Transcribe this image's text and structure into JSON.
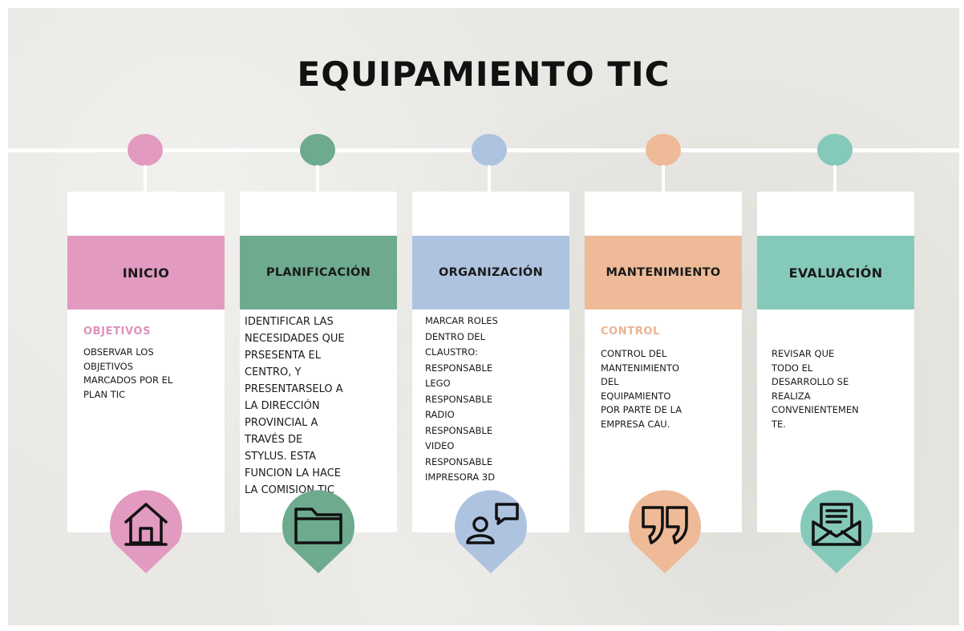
{
  "title": "EQUIPAMIENTO TIC",
  "stages": [
    {
      "label": "INICIO",
      "subheading": "OBJETIVOS",
      "text": "OBSERVAR LOS\nOBJETIVOS\nMARCADOS POR EL\nPLAN TIC",
      "color": "#e29ac1",
      "subheading_color": "#dd92bd",
      "icon": "home-icon"
    },
    {
      "label": "PLANIFICACIÓN",
      "subheading": "",
      "text": "IDENTIFICAR LAS\nNECESIDADES QUE\nPRSESENTA EL\nCENTRO, Y\nPRESENTARSELO A\nLA DIRECCIÓN\nPROVINCIAL A\nTRAVÉS DE\nSTYLUS. ESTA\nFUNCION LA HACE\nLA COMISION TIC",
      "color": "#6daa8e",
      "subheading_color": "",
      "icon": "folder-icon"
    },
    {
      "label": "ORGANIZACIÓN",
      "subheading": "",
      "text": "MARCAR ROLES\nDENTRO DEL\nCLAUSTRO:\nRESPONSABLE\nLEGO\nRESPONSABLE\nRADIO\nRESPONSABLE\nVIDEO\nRESPONSABLE\nIMPRESORA 3D",
      "color": "#aec3e0",
      "subheading_color": "",
      "icon": "chat-user-icon"
    },
    {
      "label": "MANTENIMIENTO",
      "subheading": "CONTROL",
      "text": "CONTROL DEL\nMANTENIMIENTO\nDEL\nEQUIPAMIENTO\nPOR PARTE DE LA\nEMPRESA CAU.",
      "color": "#eeba97",
      "subheading_color": "#e8b593",
      "icon": "quote-icon"
    },
    {
      "label": "EVALUACIÓN",
      "subheading": "",
      "text": "REVISAR QUE\nTODO EL\nDESARROLLO SE\nREALIZA\nCONVENIENTEMEN\nTE.",
      "color": "#85c9ba",
      "subheading_color": "",
      "icon": "mail-icon"
    }
  ]
}
